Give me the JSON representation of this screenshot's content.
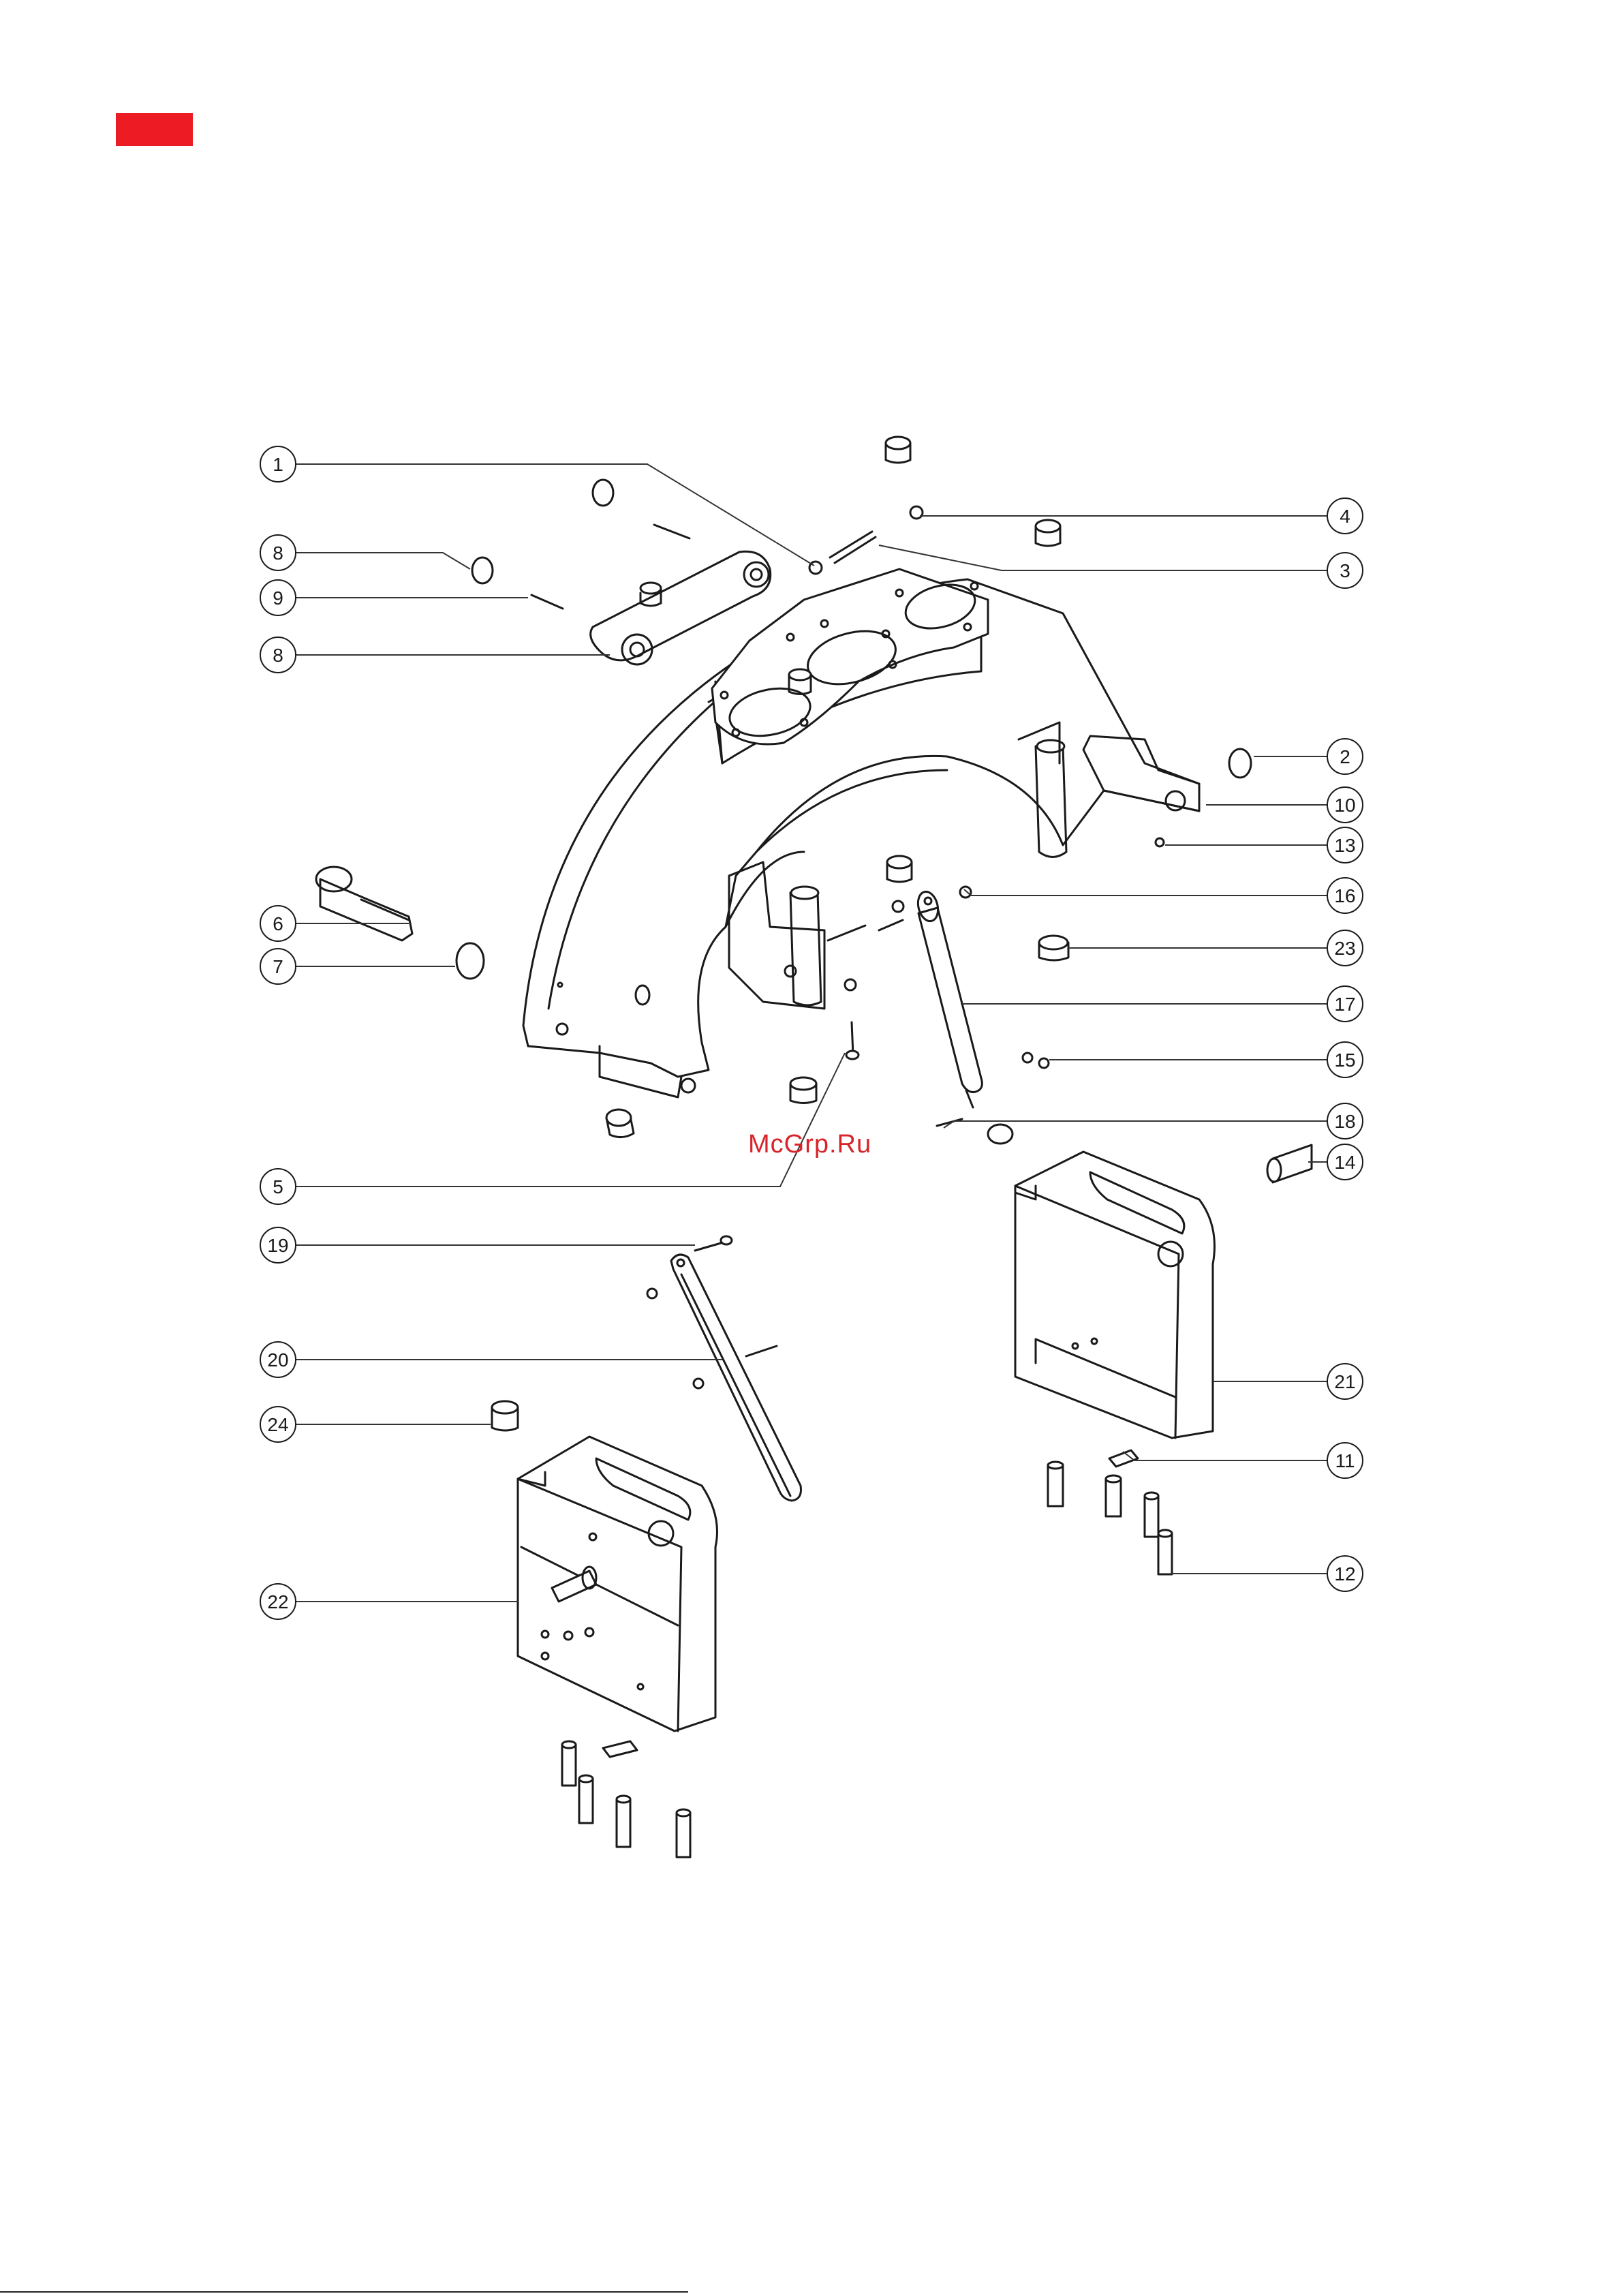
{
  "watermark": "McGrp.Ru",
  "colors": {
    "accent": "#ed1c24",
    "ink": "#1a1a1a",
    "leader": "#333333",
    "watermark": "#d9232a"
  },
  "callouts": [
    {
      "label": "1"
    },
    {
      "label": "8"
    },
    {
      "label": "9"
    },
    {
      "label": "8"
    },
    {
      "label": "4"
    },
    {
      "label": "3"
    },
    {
      "label": "2"
    },
    {
      "label": "10"
    },
    {
      "label": "13"
    },
    {
      "label": "16"
    },
    {
      "label": "6"
    },
    {
      "label": "7"
    },
    {
      "label": "23"
    },
    {
      "label": "17"
    },
    {
      "label": "15"
    },
    {
      "label": "18"
    },
    {
      "label": "5"
    },
    {
      "label": "14"
    },
    {
      "label": "19"
    },
    {
      "label": "20"
    },
    {
      "label": "21"
    },
    {
      "label": "24"
    },
    {
      "label": "11"
    },
    {
      "label": "22"
    },
    {
      "label": "12"
    }
  ]
}
